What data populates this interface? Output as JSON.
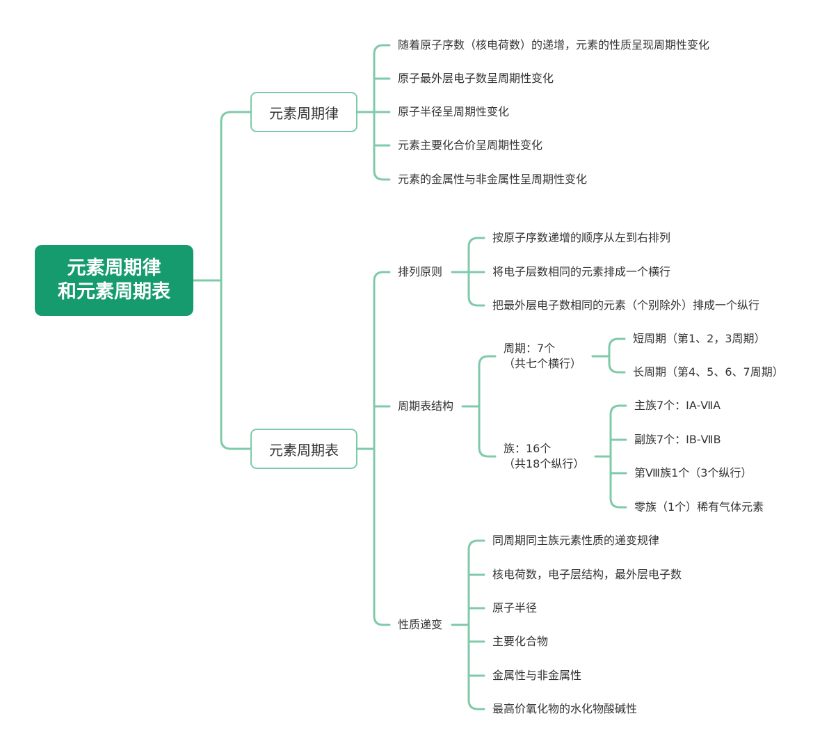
{
  "colors": {
    "root_fill": "#169b6e",
    "connector": "#7fcaa8",
    "text": "#333333"
  },
  "root": {
    "line1": "元素周期律",
    "line2": "和元素周期表"
  },
  "periodic_law": {
    "label": "元素周期律",
    "items": [
      "随着原子序数（核电荷数）的递增，元素的性质呈现周期性变化",
      "原子最外层电子数呈周期性变化",
      "原子半径呈周期性变化",
      "元素主要化合价呈周期性变化",
      "元素的金属性与非金属性呈周期性变化"
    ]
  },
  "periodic_table": {
    "label": "元素周期表",
    "arrangement": {
      "label": "排列原则",
      "items": [
        "按原子序数递增的顺序从左到右排列",
        "将电子层数相同的元素排成一个横行",
        "把最外层电子数相同的元素（个别除外）排成一个纵行"
      ]
    },
    "structure": {
      "label": "周期表结构",
      "periods": {
        "line1": "周期：7个",
        "line2": "（共七个横行）",
        "items": [
          "短周期（第1、2，3周期）",
          "长周期（第4、5、6、7周期）"
        ]
      },
      "groups": {
        "line1": "族：16个",
        "line2": "（共18个纵行）",
        "items": [
          "主族7个：ⅠA-ⅦA",
          "副族7个：ⅠB-ⅦB",
          "第Ⅷ族1个（3个纵行）",
          "零族（1个）稀有气体元素"
        ]
      }
    },
    "property_trends": {
      "label": "性质递变",
      "items": [
        "同周期同主族元素性质的递变规律",
        "核电荷数，电子层结构，最外层电子数",
        "原子半径",
        "主要化合物",
        "金属性与非金属性",
        "最高价氧化物的水化物酸碱性"
      ]
    }
  }
}
